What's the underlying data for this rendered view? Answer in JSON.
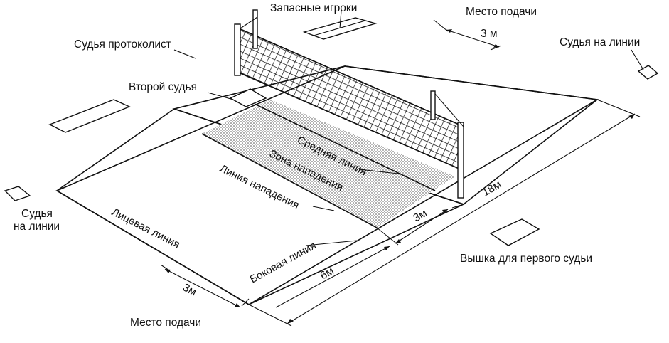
{
  "labels": {
    "substitutes": "Запасные игроки",
    "serve_area_top": "Место подачи",
    "serve_width_top": "3 м",
    "scorer": "Судья протоколист",
    "line_judge_right": "Судья на линии",
    "second_referee": "Второй судья",
    "line_judge_left_1": "Судья",
    "line_judge_left_2": "на линии",
    "center_line": "Средняя линия",
    "attack_zone": "Зона нападения",
    "attack_line": "Линия нападения",
    "end_line": "Лицевая линия",
    "side_line": "Боковая линия",
    "length_18": "18м",
    "dim_3m_right": "3м",
    "dim_6m": "6м",
    "serve_width_bottom": "3м",
    "serve_area_bottom": "Место подачи",
    "first_referee_stand": "Вышка для первого судьи"
  },
  "colors": {
    "ink": "#111111",
    "paper": "#ffffff",
    "stipple": "#6b6b6b"
  }
}
